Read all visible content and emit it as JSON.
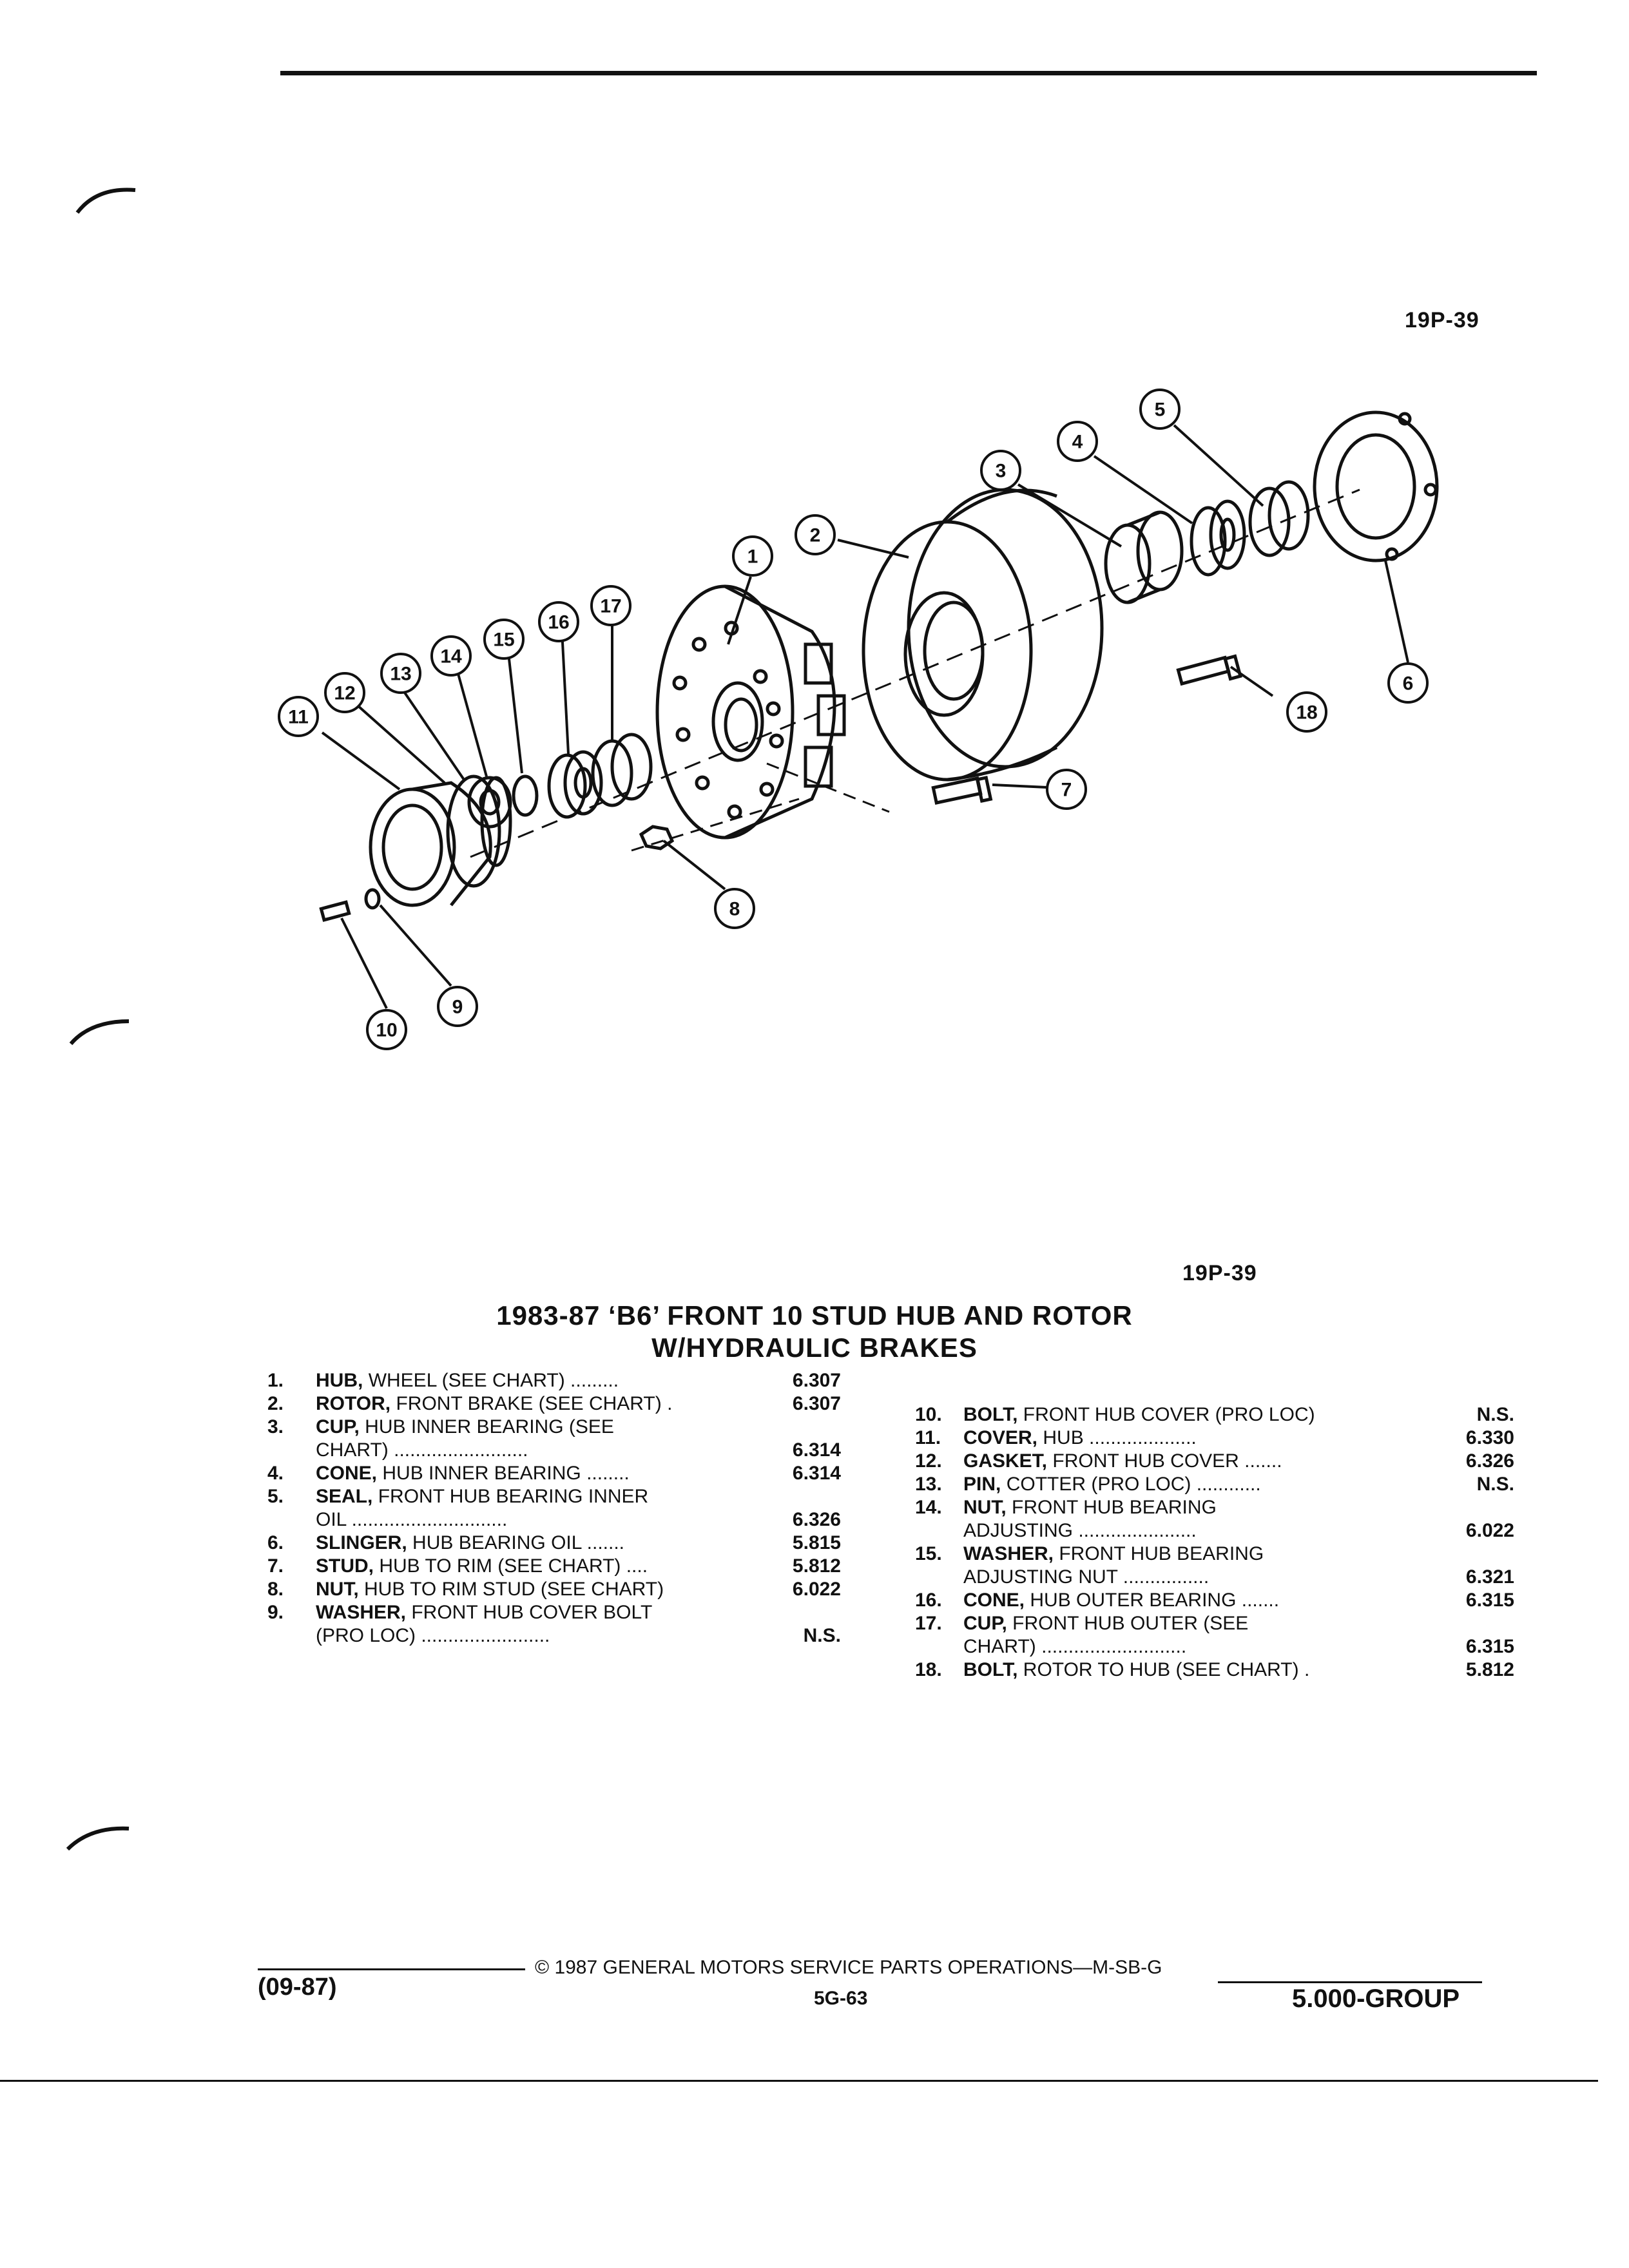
{
  "header": {
    "ref_top": "19P-39"
  },
  "diagram": {
    "callouts": [
      "1",
      "2",
      "3",
      "4",
      "5",
      "6",
      "7",
      "8",
      "9",
      "10",
      "11",
      "12",
      "13",
      "14",
      "15",
      "16",
      "17",
      "18"
    ]
  },
  "caption": {
    "ref": "19P-39",
    "title_line1": "1983-87 ‘B6’ FRONT 10 STUD HUB AND ROTOR",
    "title_line2": "W/HYDRAULIC BRAKES"
  },
  "parts_left": [
    {
      "num": "1.",
      "name": "HUB,",
      "lines": [
        "WHEEL (SEE CHART) ........."
      ],
      "code": "6.307"
    },
    {
      "num": "2.",
      "name": "ROTOR,",
      "lines": [
        "FRONT BRAKE (SEE CHART) ."
      ],
      "code": "6.307"
    },
    {
      "num": "3.",
      "name": "CUP,",
      "lines": [
        "HUB INNER BEARING (SEE",
        "CHART) ........................."
      ],
      "code": "6.314"
    },
    {
      "num": "4.",
      "name": "CONE,",
      "lines": [
        "HUB INNER BEARING ........"
      ],
      "code": "6.314"
    },
    {
      "num": "5.",
      "name": "SEAL,",
      "lines": [
        "FRONT HUB BEARING INNER",
        "OIL ............................."
      ],
      "code": "6.326"
    },
    {
      "num": "6.",
      "name": "SLINGER,",
      "lines": [
        "HUB BEARING OIL ......."
      ],
      "code": "5.815"
    },
    {
      "num": "7.",
      "name": "STUD,",
      "lines": [
        "HUB TO RIM (SEE CHART) ...."
      ],
      "code": "5.812"
    },
    {
      "num": "8.",
      "name": "NUT,",
      "lines": [
        "HUB TO RIM STUD (SEE CHART)"
      ],
      "code": "6.022"
    },
    {
      "num": "9.",
      "name": "WASHER,",
      "lines": [
        "FRONT HUB COVER BOLT",
        "(PRO LOC) ........................"
      ],
      "code": "N.S."
    }
  ],
  "parts_right": [
    {
      "num": "10.",
      "name": "BOLT,",
      "lines": [
        "FRONT HUB COVER (PRO LOC)"
      ],
      "code": "N.S."
    },
    {
      "num": "11.",
      "name": "COVER,",
      "lines": [
        "HUB ...................."
      ],
      "code": "6.330"
    },
    {
      "num": "12.",
      "name": "GASKET,",
      "lines": [
        "FRONT HUB COVER ......."
      ],
      "code": "6.326"
    },
    {
      "num": "13.",
      "name": "PIN,",
      "lines": [
        "COTTER (PRO LOC) ............"
      ],
      "code": "N.S."
    },
    {
      "num": "14.",
      "name": "NUT,",
      "lines": [
        "FRONT HUB BEARING",
        "ADJUSTING ......................"
      ],
      "code": "6.022"
    },
    {
      "num": "15.",
      "name": "WASHER,",
      "lines": [
        "FRONT HUB BEARING",
        "ADJUSTING NUT ................"
      ],
      "code": "6.321"
    },
    {
      "num": "16.",
      "name": "CONE,",
      "lines": [
        "HUB OUTER BEARING ......."
      ],
      "code": "6.315"
    },
    {
      "num": "17.",
      "name": "CUP,",
      "lines": [
        "FRONT HUB OUTER (SEE",
        "CHART) ..........................."
      ],
      "code": "6.315"
    },
    {
      "num": "18.",
      "name": "BOLT,",
      "lines": [
        "ROTOR TO HUB (SEE CHART) ."
      ],
      "code": "5.812"
    }
  ],
  "footer": {
    "date": "(09-87)",
    "copyright": "© 1987 GENERAL MOTORS SERVICE PARTS OPERATIONS—M-SB-G",
    "page": "5G-63",
    "group": "5.000-GROUP"
  }
}
